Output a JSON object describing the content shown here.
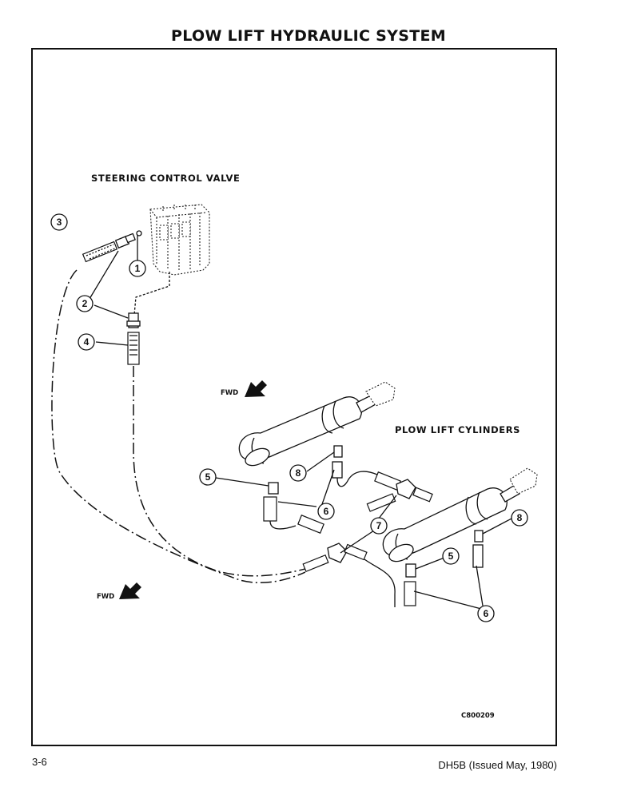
{
  "page": {
    "title": "PLOW LIFT HYDRAULIC SYSTEM",
    "page_number": "3-6",
    "doc_ref": "DH5B (Issued May, 1980)"
  },
  "diagram": {
    "labels": {
      "steering_valve": "STEERING CONTROL VALVE",
      "plow_cylinders": "PLOW LIFT CYLINDERS",
      "fwd_upper": "FWD",
      "fwd_lower": "FWD",
      "figure_code": "C800209"
    },
    "callouts": [
      "1",
      "2",
      "3",
      "4",
      "5",
      "6",
      "7",
      "8",
      "5",
      "6",
      "8"
    ]
  }
}
